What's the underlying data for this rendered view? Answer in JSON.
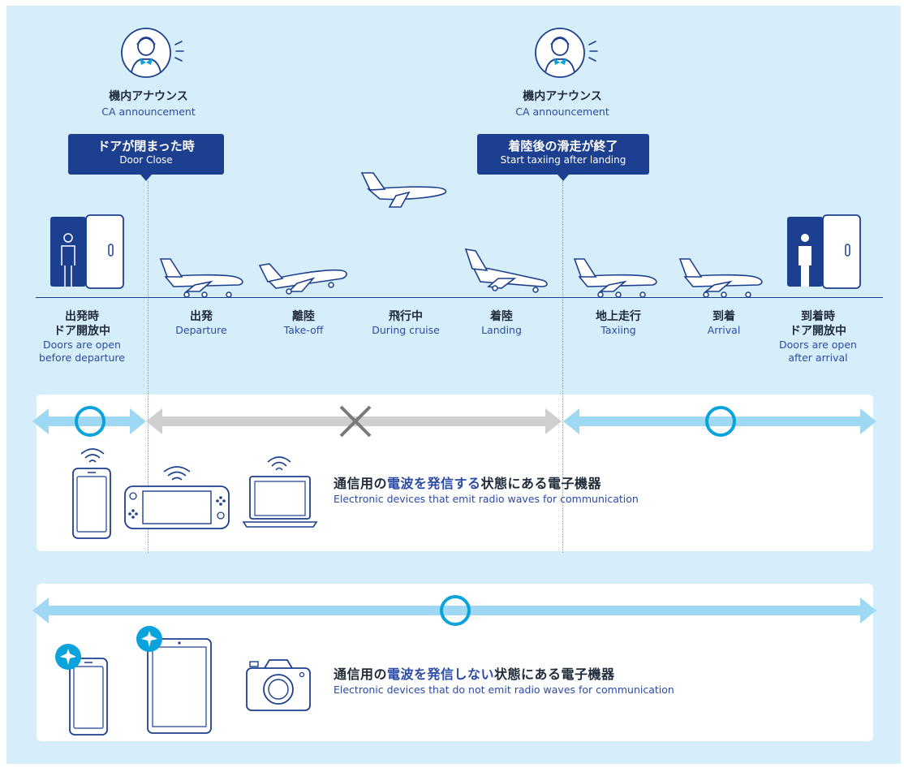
{
  "announcements": [
    {
      "ja": "機内アナウンス",
      "en": "CA announcement"
    },
    {
      "ja": "機内アナウンス",
      "en": "CA announcement"
    }
  ],
  "callouts": [
    {
      "ja": "ドアが閉まった時",
      "en": "Door Close"
    },
    {
      "ja": "着陸後の滑走が終了",
      "en": "Start taxiing after landing"
    }
  ],
  "phases": [
    {
      "ja1": "出発時",
      "ja2": "ドア開放中",
      "en1": "Doors are open",
      "en2": "before departure"
    },
    {
      "ja1": "出発",
      "en1": "Departure"
    },
    {
      "ja1": "離陸",
      "en1": "Take-off"
    },
    {
      "ja1": "飛行中",
      "en1": "During cruise"
    },
    {
      "ja1": "着陸",
      "en1": "Landing"
    },
    {
      "ja1": "地上走行",
      "en1": "Taxiing"
    },
    {
      "ja1": "到着",
      "en1": "Arrival"
    },
    {
      "ja1": "到着時",
      "ja2": "ドア開放中",
      "en1": "Doors are open",
      "en2": "after arrival"
    }
  ],
  "panel1": {
    "title_pre": "通信用の",
    "title_highlight": "電波を発信する",
    "title_post": "状態にある電子機器",
    "subtitle": "Electronic devices that emit radio waves for communication",
    "allowed": [
      true,
      false,
      true
    ]
  },
  "panel2": {
    "title_pre": "通信用の",
    "title_highlight": "電波を発信しない",
    "title_post": "状態にある電子機器",
    "subtitle": "Electronic devices that do not emit radio waves for communication",
    "allowed": [
      true
    ]
  },
  "colors": {
    "navy": "#1d3f8f",
    "allowed_arrow": "#9fd8f2",
    "allowed_circle": "#0aa3dc",
    "denied_arrow": "#cfcfcf",
    "denied_cross": "#7a7a7a"
  },
  "icons": [
    "attendant-icon",
    "door-icon",
    "airplane-icon",
    "smartphone-icon",
    "game-console-icon",
    "laptop-icon",
    "tablet-icon",
    "camera-icon",
    "airplane-mode-badge-icon",
    "wifi-icon"
  ]
}
